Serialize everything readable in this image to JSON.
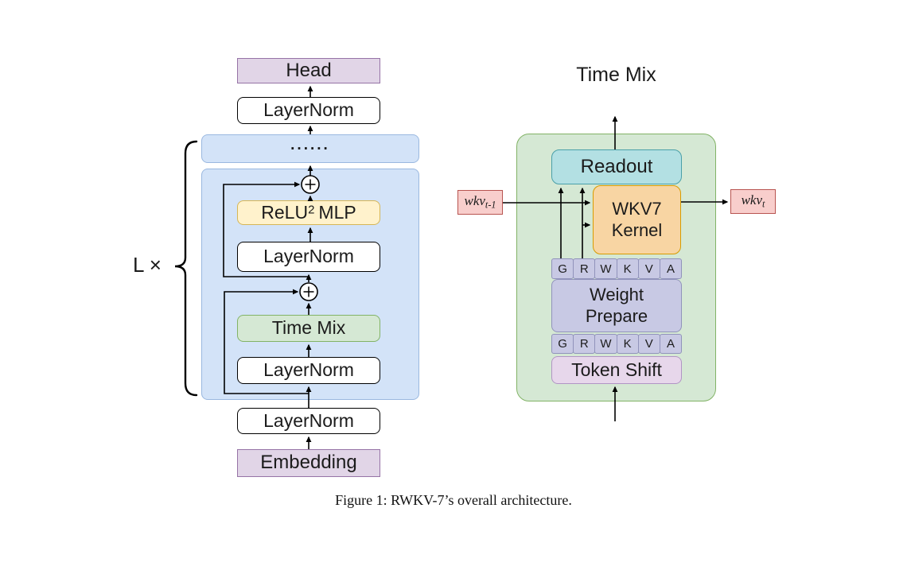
{
  "caption": "Figure 1: RWKV-7’s overall architecture.",
  "colors": {
    "purple_fill": "#e1d5e7",
    "purple_stroke": "#9673a6",
    "blue_fill": "#d3e3f8",
    "blue_stroke": "#9ab8e0",
    "yellow_fill": "#fff2cc",
    "yellow_stroke": "#d6b656",
    "green_fill": "#d5e8d4",
    "green_stroke": "#82b366",
    "teal_fill": "#b3e0e3",
    "teal_stroke": "#4aa0a8",
    "orange_fill": "#f8d5a3",
    "orange_stroke": "#d79b00",
    "lavender_fill": "#c8c9e4",
    "lavender_stroke": "#9193bb",
    "pinkpurple_fill": "#e7d7eb",
    "pinkpurple_stroke": "#b195c4",
    "red_fill": "#f8cecc",
    "red_stroke": "#b85450",
    "line": "#000000"
  },
  "left": {
    "loop_label": "L ×",
    "head": "Head",
    "layernorm": "LayerNorm",
    "dots": "......",
    "relu_mlp": {
      "base": "ReLU",
      "sup": "2",
      "rest": "MLP"
    },
    "time_mix": "Time Mix",
    "embedding": "Embedding"
  },
  "right": {
    "title": "Time Mix",
    "readout": "Readout",
    "kernel": {
      "line1": "WKV7",
      "line2": "Kernel"
    },
    "gates": [
      "G",
      "R",
      "W",
      "K",
      "V",
      "A"
    ],
    "weight_prepare": {
      "line1": "Weight",
      "line2": "Prepare"
    },
    "token_shift": "Token Shift",
    "wkv_in": {
      "base": "wkv",
      "sub": "t-1"
    },
    "wkv_out": {
      "base": "wkv",
      "sub": "t"
    }
  }
}
